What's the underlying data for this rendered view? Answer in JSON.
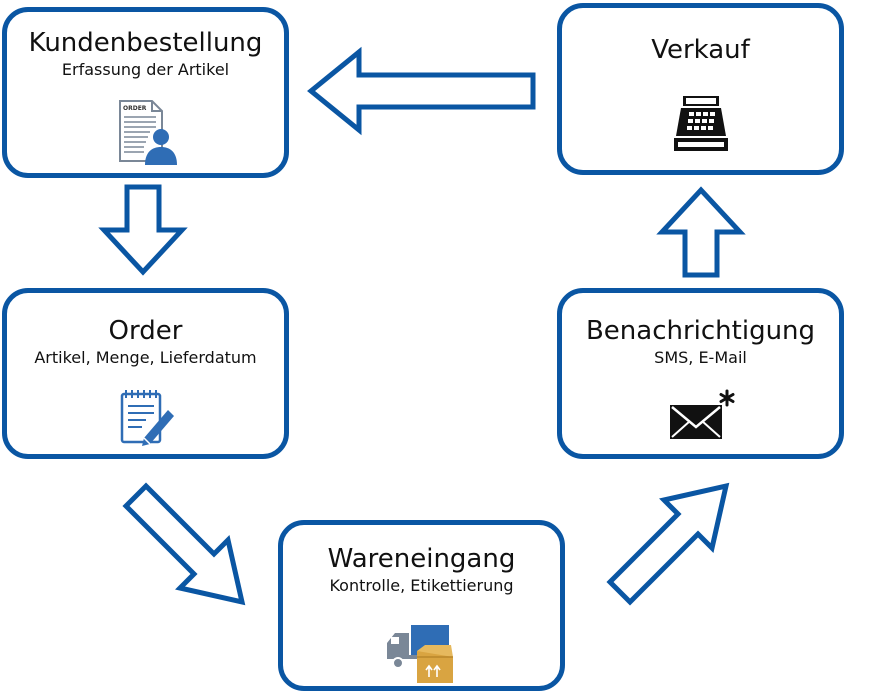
{
  "steps": {
    "order_entry": {
      "title": "Kundenbestellung",
      "subtitle": "Erfassung der Artikel",
      "icon": "order-document-user-icon",
      "icon_text": "ORDER"
    },
    "order": {
      "title": "Order",
      "subtitle": "Artikel, Menge, Lieferdatum",
      "icon": "notepad-pencil-icon"
    },
    "receiving": {
      "title": "Wareneingang",
      "subtitle": "Kontrolle, Etikettierung",
      "icon": "truck-package-icon"
    },
    "notification": {
      "title": "Benachrichtigung",
      "subtitle": "SMS, E-Mail",
      "icon": "envelope-asterisk-icon"
    },
    "sale": {
      "title": "Verkauf",
      "icon": "cash-register-icon"
    }
  },
  "colors": {
    "accent": "#0a56a3",
    "icon_blue": "#2f6db5",
    "icon_grey": "#7a8797",
    "box_tan": "#d9a441",
    "text": "#111111"
  }
}
